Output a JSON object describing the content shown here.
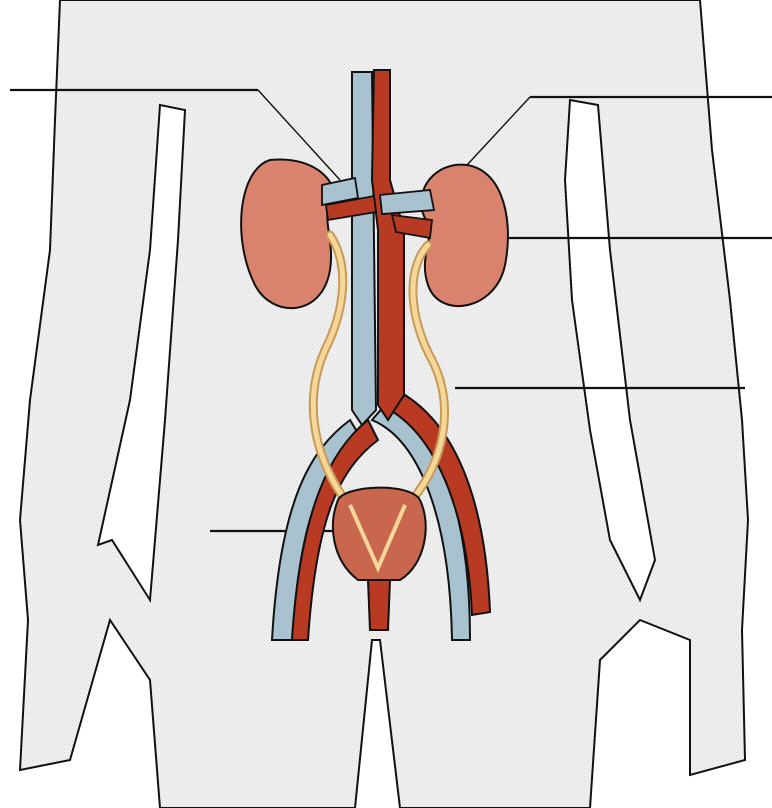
{
  "diagram": {
    "kind": "urinary-system",
    "colors": {
      "body_fill": "#efefef",
      "outline": "#111111",
      "kidney": "#d9826e",
      "kidney_dark": "#b8533f",
      "artery": "#b83a22",
      "vein": "#a9c2cf",
      "ureter": "#f6d79a",
      "bladder": "#c8664e",
      "leader_line": "#111111"
    },
    "structures": [
      "left-kidney",
      "right-kidney",
      "aorta",
      "inferior-vena-cava",
      "renal-artery",
      "renal-vein",
      "left-ureter",
      "right-ureter",
      "bladder",
      "urethra",
      "iliac-artery",
      "iliac-vein"
    ],
    "label_blanks": 5
  }
}
